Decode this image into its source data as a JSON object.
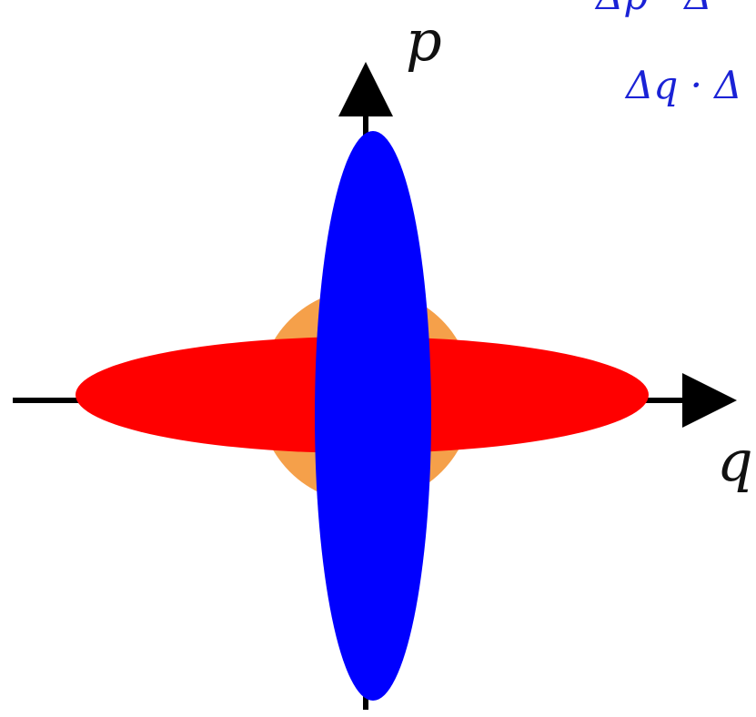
{
  "labels": {
    "p_axis": "p",
    "q_axis": "q"
  },
  "formula": {
    "line1_partial": "Δp · Δ",
    "line2_partial": "Δq · Δ"
  },
  "colors": {
    "vacuum_state": "#f5a04a",
    "q_squeezed_state": "#ff0000",
    "p_squeezed_state": "#0000ff",
    "axes": "#000000",
    "formula_text": "#1a22d6"
  }
}
